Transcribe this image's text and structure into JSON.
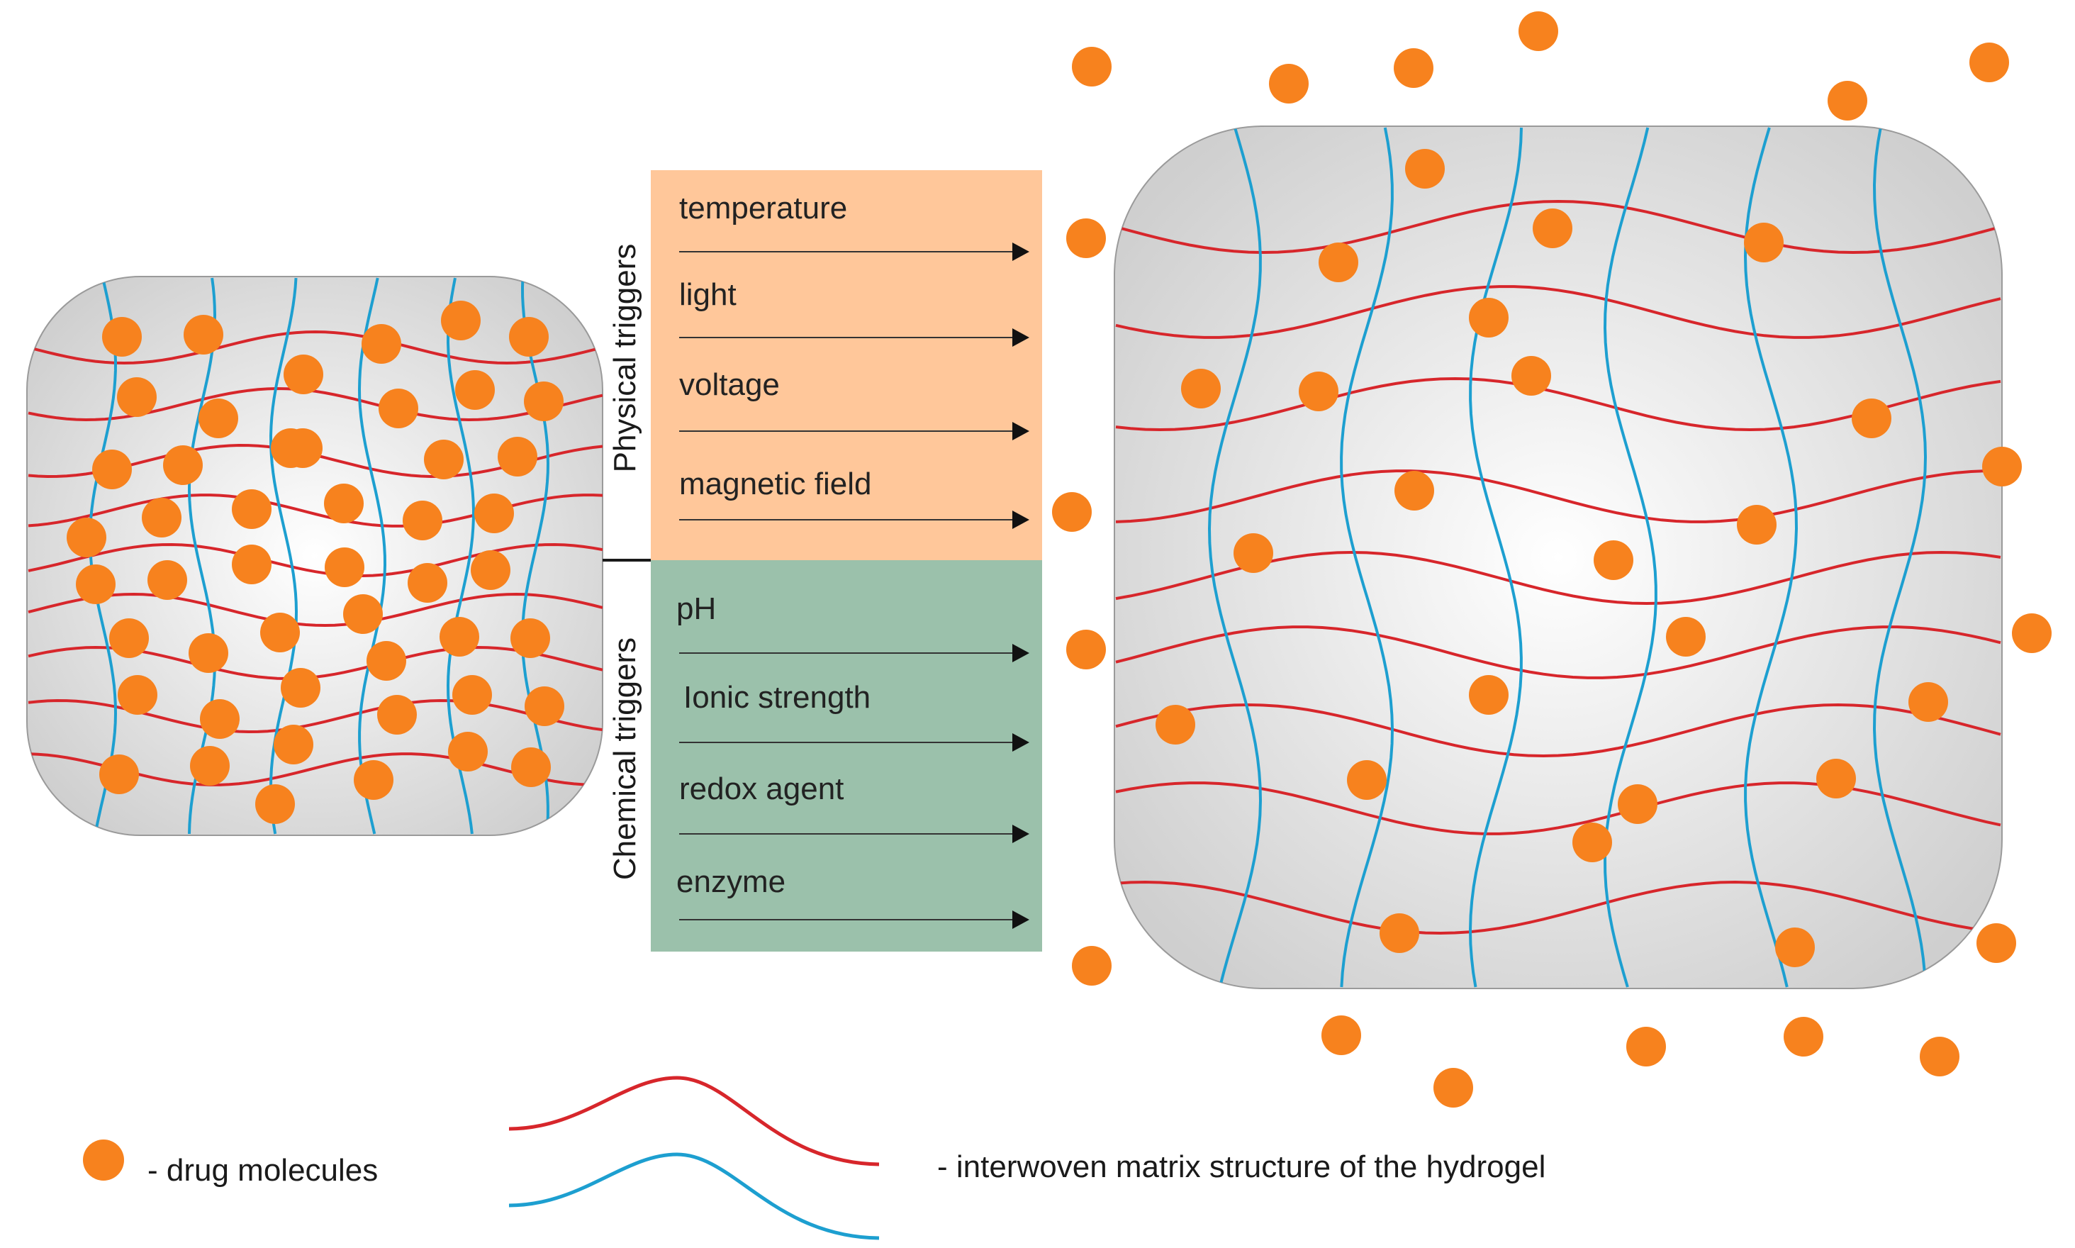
{
  "colors": {
    "drug": "#F7821E",
    "red_chain": "#D7262B",
    "blue_chain": "#1D9FD0",
    "physical_box": "#FFC79A",
    "chemical_box": "#9BC1AB",
    "gel_center": "#ffffff",
    "gel_edge": "#cfcfcf"
  },
  "triggers": {
    "physical": {
      "label": "Physical triggers",
      "items": [
        "temperature",
        "light",
        "voltage",
        "magnetic field"
      ]
    },
    "chemical": {
      "label": "Chemical triggers",
      "items": [
        "pH",
        "Ionic strength",
        "redox agent",
        "enzyme"
      ]
    }
  },
  "legend": {
    "drug_label": "- drug molecules",
    "matrix_label": "- interwoven matrix structure of the hydrogel"
  },
  "icons": [
    "drug-molecule-icon",
    "arrow-right-icon",
    "polymer-chain-icon"
  ]
}
